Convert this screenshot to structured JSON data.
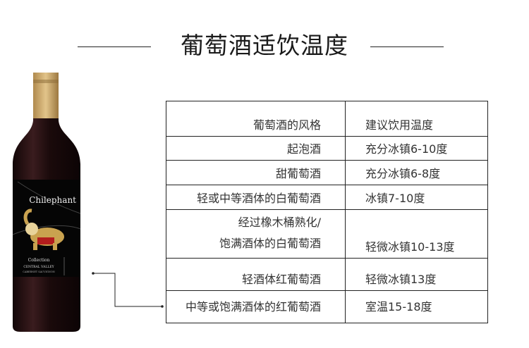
{
  "title": "葡萄酒适饮温度",
  "bottle": {
    "brand": "Chilephant",
    "line1": "Collection",
    "line2": "CENTRAL VALLEY",
    "line3": "CABERNET SAUVIGNON"
  },
  "table": {
    "header": {
      "style": "葡萄酒的风格",
      "temp": "建议饮用温度"
    },
    "rows": [
      {
        "style": "起泡酒",
        "temp": "充分冰镇6-10度"
      },
      {
        "style": "甜葡萄酒",
        "temp": "充分冰镇6-8度"
      },
      {
        "style": "轻或中等酒体的白葡萄酒",
        "temp": "冰镇7-10度"
      },
      {
        "style_a": "经过橡木桶熟化/",
        "style": "饱满酒体的白葡萄酒",
        "temp": "轻微冰镇10-13度"
      },
      {
        "style": "轻酒体红葡萄酒",
        "temp": "轻微冰镇13度"
      },
      {
        "style": "中等或饱满酒体的红葡萄酒",
        "temp": "室温15-18度"
      }
    ]
  }
}
